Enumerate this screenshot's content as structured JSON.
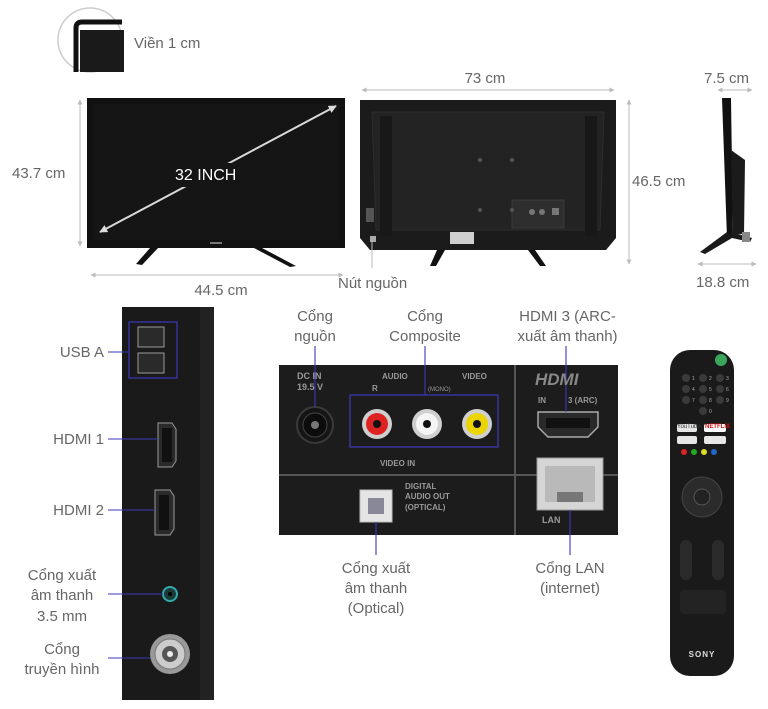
{
  "top": {
    "bezel": "Viền 1 cm",
    "screen_size": "32 INCH",
    "height_front": "43.7 cm",
    "width_front": "44.5 cm",
    "width_back": "73 cm",
    "height_back": "46.5 cm",
    "depth_top": "7.5 cm",
    "depth_stand": "18.8 cm",
    "power_button": "Nút nguồn"
  },
  "side_ports": {
    "usb": "USB A",
    "hdmi1": "HDMI 1",
    "hdmi2": "HDMI 2",
    "audio_out": [
      "Cổng xuất",
      "âm thanh",
      "3.5 mm"
    ],
    "tv": [
      "Cổng",
      "truyền hình"
    ]
  },
  "rear_ports": {
    "power": [
      "Cổng",
      "nguồn"
    ],
    "composite": [
      "Cổng",
      "Composite"
    ],
    "hdmi3": [
      "HDMI 3 (ARC-",
      "xuất âm thanh)"
    ],
    "optical": [
      "Cổng xuất",
      "âm thanh",
      "(Optical)"
    ],
    "lan": [
      "Cổng LAN",
      "(internet)"
    ]
  },
  "panel_print": {
    "dc_in": "DC IN",
    "volts": "19.5 V",
    "audio": "AUDIO",
    "video": "VIDEO",
    "r": "R",
    "mono": "(MONO)",
    "video_in": "VIDEO IN",
    "hdmi_logo": "HDMI",
    "in": "IN",
    "arc": "3 (ARC)",
    "digital": "DIGITAL",
    "audio_out": "AUDIO OUT",
    "optical": "(OPTICAL)",
    "lan": "LAN"
  },
  "remote": {
    "brand": "SONY",
    "netflix": "NETFLIX",
    "youtube": "YouTube",
    "numbers": [
      "1",
      "2",
      "3",
      "4",
      "5",
      "6",
      "7",
      "8",
      "9",
      "0"
    ]
  },
  "colors": {
    "accent": "#3a3ab8",
    "label": "#666666",
    "tv_black": "#111111",
    "panel": "#1c1c1c"
  }
}
